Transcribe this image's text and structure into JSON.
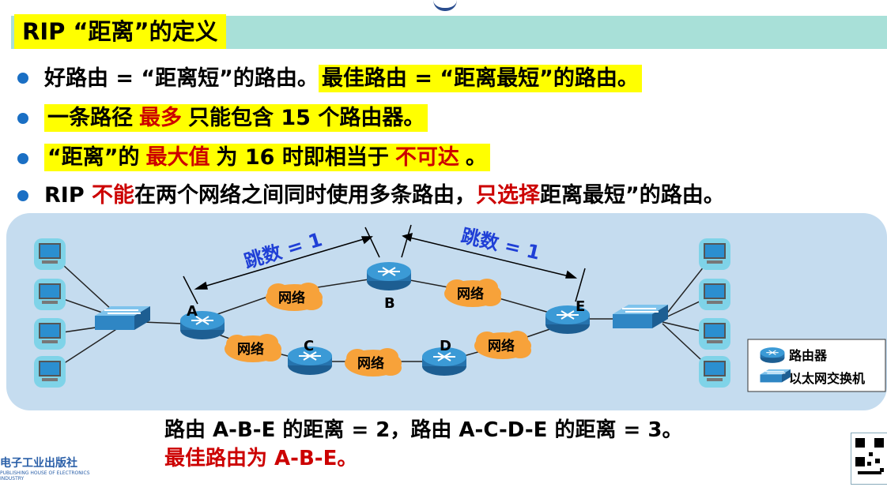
{
  "title": "RIP “距离”的定义",
  "bullets": [
    {
      "parts": [
        {
          "t": "好路由 = “距离短”的路由。"
        },
        {
          "t": "最佳路由 = “距离最短”的路由。",
          "hl": true
        }
      ]
    },
    {
      "parts": [
        {
          "t": "一条路径",
          "hl": true
        },
        {
          "t": "最多",
          "hl": true,
          "red": true
        },
        {
          "t": "只能包含 15 个路由器。",
          "hl": true
        }
      ]
    },
    {
      "parts": [
        {
          "t": "“距离”的",
          "hl": true
        },
        {
          "t": "最大值",
          "hl": true,
          "red": true
        },
        {
          "t": "为 16 时即相当于",
          "hl": true
        },
        {
          "t": "不可达",
          "hl": true,
          "red": true
        },
        {
          "t": "。",
          "hl": true
        }
      ]
    },
    {
      "parts": [
        {
          "t": "RIP "
        },
        {
          "t": "不能",
          "red": true
        },
        {
          "t": "在两个网络之间同时使用多条路由，"
        },
        {
          "t": "只选择",
          "red": true
        },
        {
          "t": "距离最短”的路由。"
        }
      ]
    }
  ],
  "diagram": {
    "hop_label_1": "跳数 = 1",
    "hop_label_2": "跳数 = 1",
    "routers": {
      "a": "A",
      "b": "B",
      "c": "C",
      "d": "D",
      "e": "E"
    },
    "network_label": "网络",
    "legend": {
      "router": "路由器",
      "switch": "以太网交换机"
    }
  },
  "bottom": {
    "line1": "路由 A-B-E 的距离 = 2，路由 A-C-D-E 的距离 = 3。",
    "line2": "最佳路由为 A-B-E。"
  },
  "publisher": {
    "name": "电子工业出版社",
    "sub": "PUBLISHING HOUSE OF ELECTRONICS INDUSTRY"
  },
  "colors": {
    "title_band": "#a8e0d8",
    "highlight": "#ffff00",
    "accent_red": "#cc0000",
    "hop_text": "#1f3fd6",
    "cloud": "#f7a23a",
    "router": "#2b88c6"
  }
}
